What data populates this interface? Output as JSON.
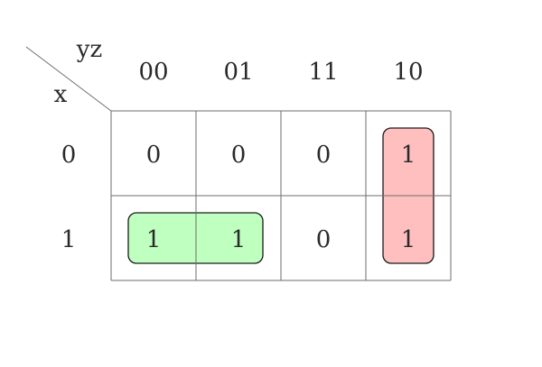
{
  "kmap": {
    "row_variable": "x",
    "column_variable": "yz",
    "column_headers": [
      "00",
      "01",
      "11",
      "10"
    ],
    "row_headers": [
      "0",
      "1"
    ],
    "cells": [
      [
        "0",
        "0",
        "0",
        "1"
      ],
      [
        "1",
        "1",
        "0",
        "1"
      ]
    ],
    "groups": [
      {
        "color_fill": "#bfffbf",
        "color_stroke": "#1a1a1a",
        "cells": [
          [
            1,
            0
          ],
          [
            1,
            1
          ]
        ]
      },
      {
        "color_fill": "#ffbfbf",
        "color_stroke": "#1a1a1a",
        "cells": [
          [
            0,
            3
          ],
          [
            1,
            3
          ]
        ]
      }
    ]
  }
}
